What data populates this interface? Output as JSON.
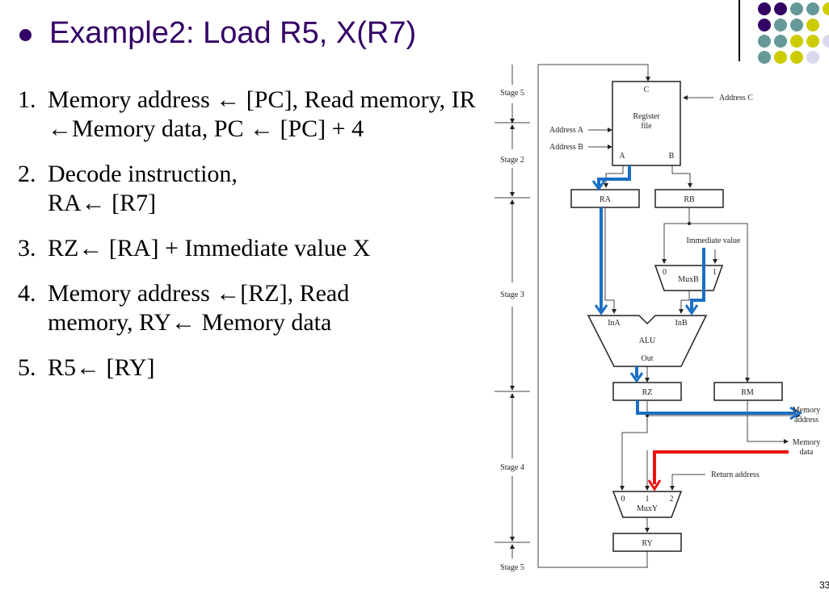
{
  "slide": {
    "title": "Example2: Load R5, X(R7)",
    "page_number": "33",
    "accent_color": "#330066",
    "decor_dots": {
      "colors": {
        "purple": "#330066",
        "teal": "#669999",
        "yellow": "#cccc00",
        "lavender": "#d9d9ee"
      },
      "rows": [
        [
          "purple",
          "purple",
          "teal",
          "teal",
          "yellow"
        ],
        [
          "purple",
          "teal",
          "teal",
          "yellow"
        ],
        [
          "teal",
          "teal",
          "yellow",
          "yellow",
          "lavender"
        ],
        [
          "teal",
          "yellow",
          "yellow",
          "lavender"
        ]
      ]
    }
  },
  "steps": [
    {
      "num": "1.",
      "text": "Memory address ← [PC], Read memory, IR ←Memory data, PC ← [PC] + 4"
    },
    {
      "num": "2.",
      "text": "Decode instruction, RA← [R7]"
    },
    {
      "num": "3.",
      "text": "RZ← [RA] + Immediate value X"
    },
    {
      "num": "4.",
      "text": "Memory address ←[RZ], Read memory, RY← Memory data"
    },
    {
      "num": "5.",
      "text": "R5← [RY]"
    }
  ],
  "diagram": {
    "stage_labels": [
      "Stage 5",
      "Stage 2",
      "Stage 3",
      "Stage 4",
      "Stage 5"
    ],
    "register_file": {
      "label_line1": "Register",
      "label_line2": "file",
      "port_c": "C",
      "port_a": "A",
      "port_b": "B"
    },
    "inputs": {
      "address_a": "Address A",
      "address_b": "Address B",
      "address_c": "Address C"
    },
    "registers": {
      "ra": "RA",
      "rb": "RB",
      "rz": "RZ",
      "rm": "RM",
      "ry": "RY"
    },
    "immediate_value": "Immediate value",
    "muxb": {
      "label": "MuxB",
      "in0": "0",
      "in1": "1"
    },
    "alu": {
      "label": "ALU",
      "in_a": "InA",
      "in_b": "InB",
      "out": "Out"
    },
    "memory_address": {
      "line1": "Memory",
      "line2": "address"
    },
    "memory_data": {
      "line1": "Memory",
      "line2": "data"
    },
    "return_address": "Return address",
    "muxy": {
      "label": "MuxY",
      "in0": "0",
      "in1": "1",
      "in2": "2"
    },
    "highlight_colors": {
      "blue": "#1a6fc4",
      "red": "#ee1111"
    }
  }
}
